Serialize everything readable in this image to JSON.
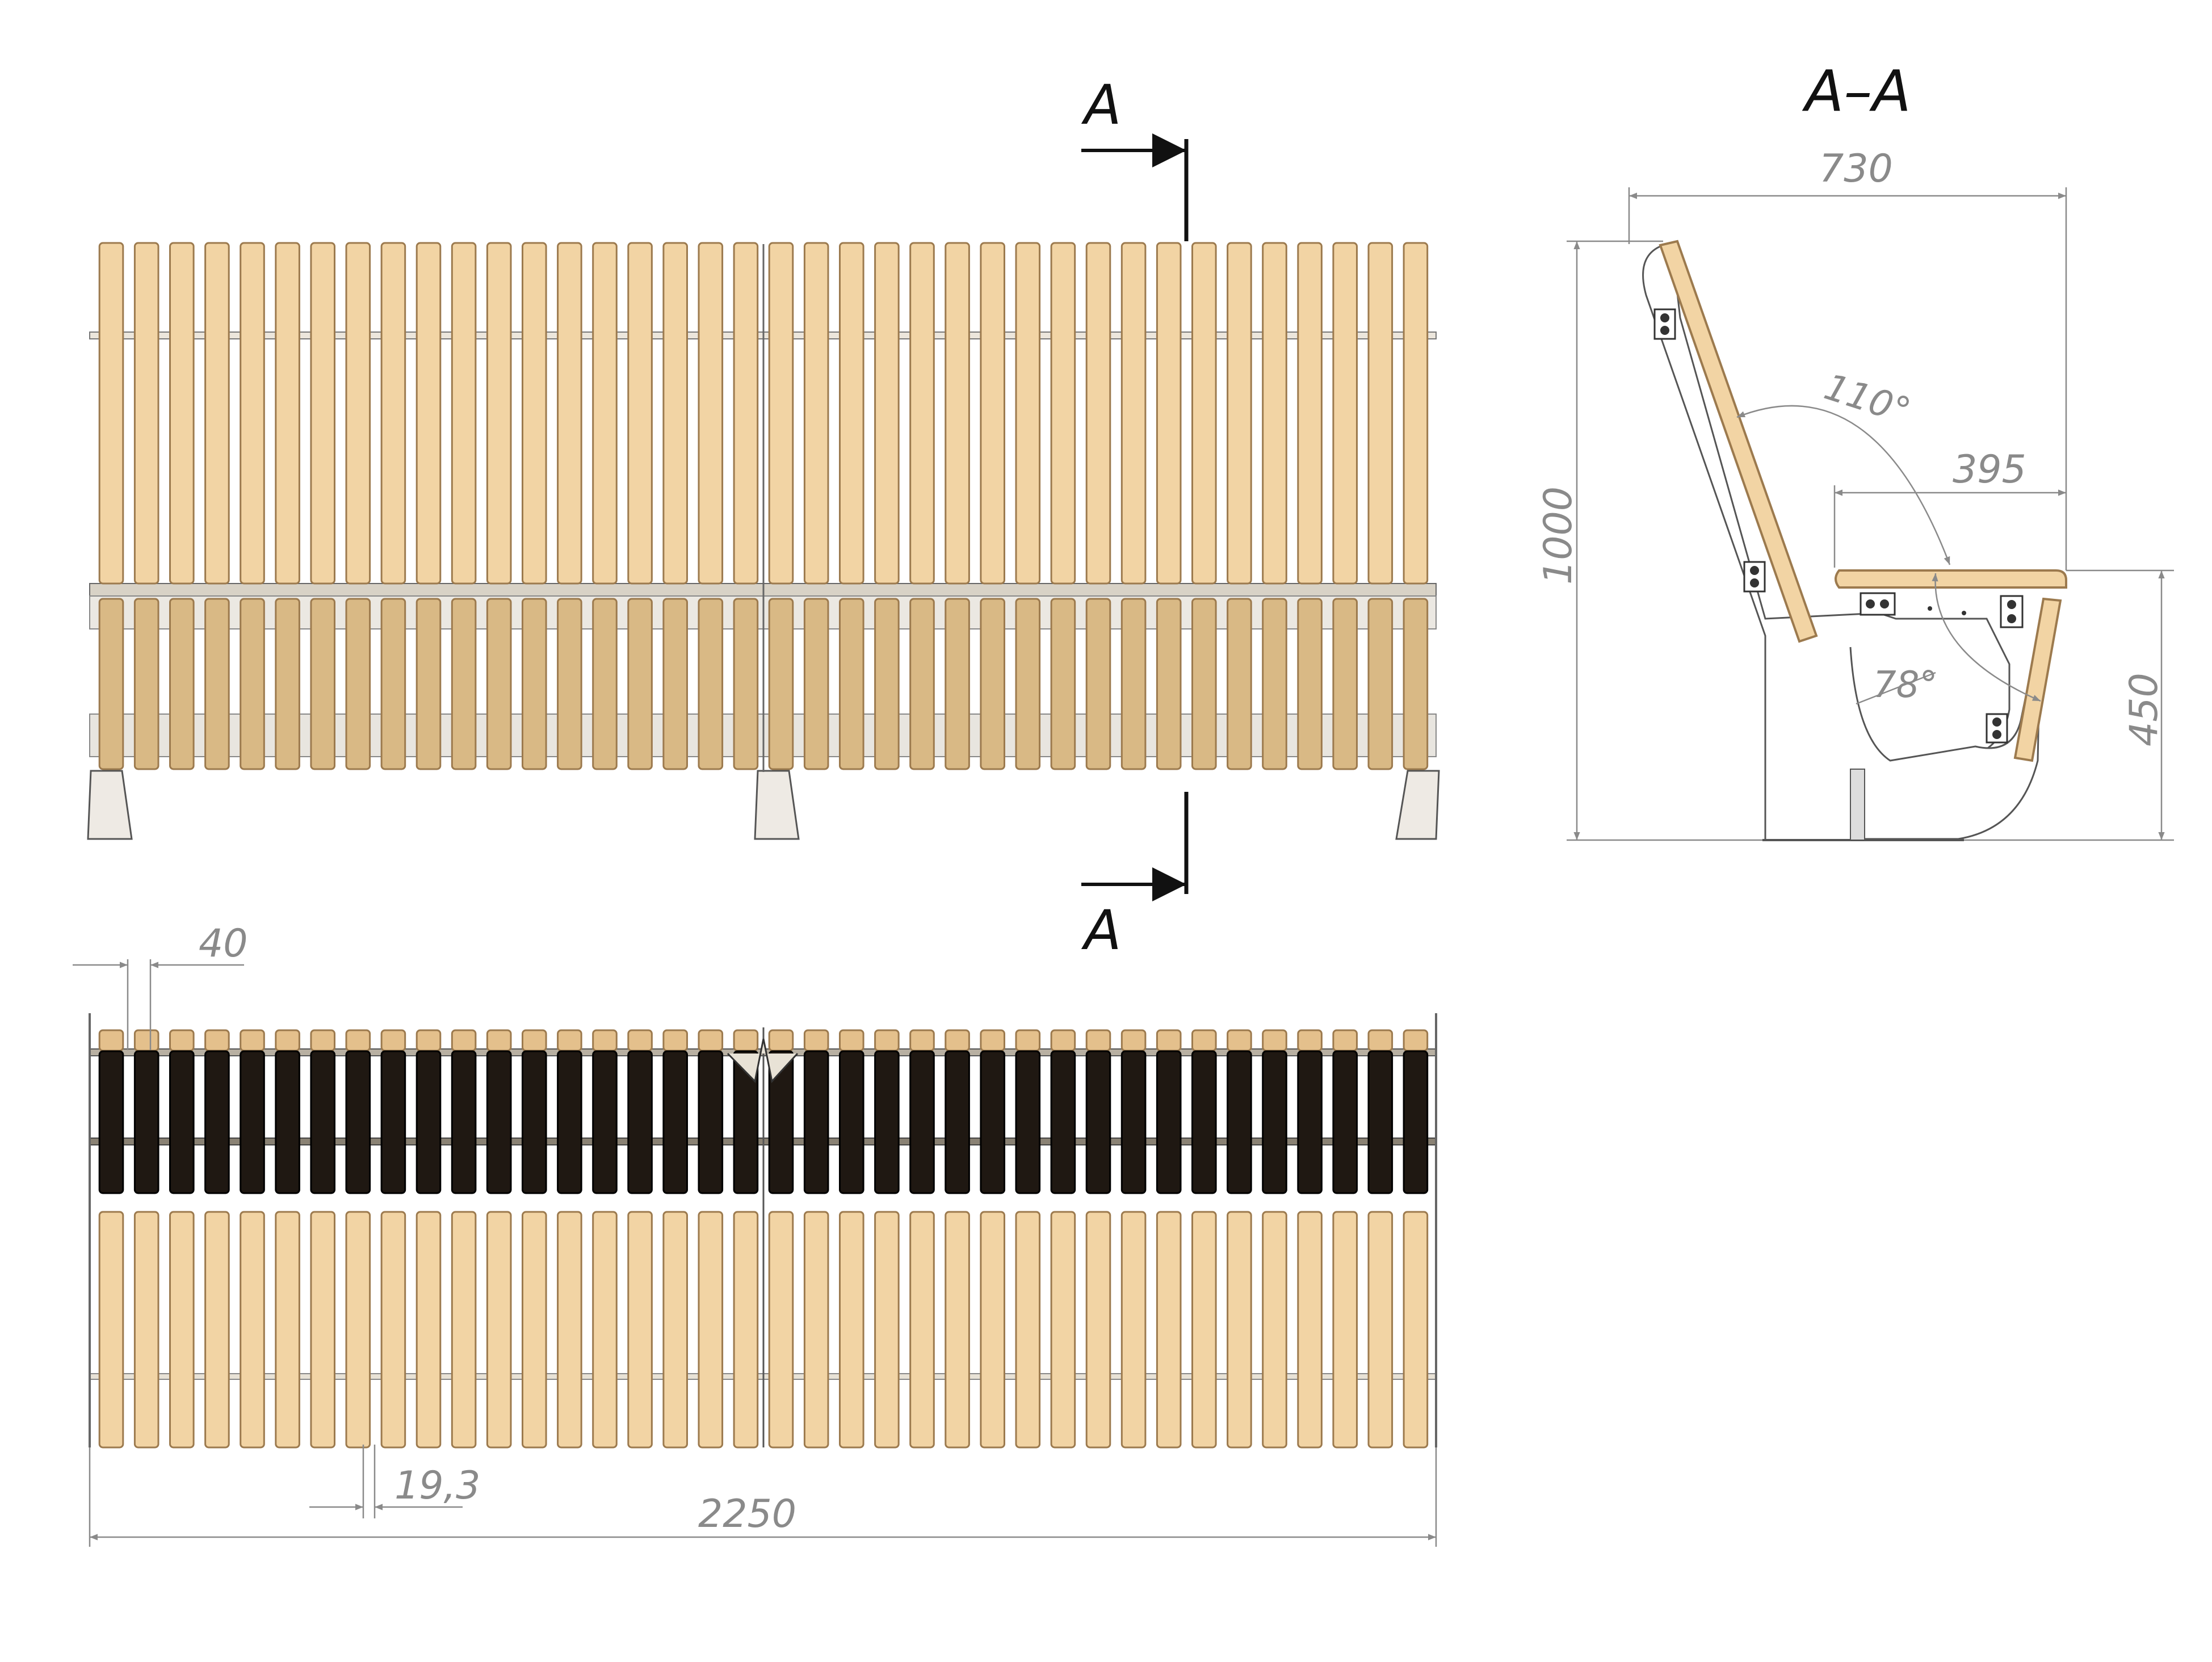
{
  "colors": {
    "wood_light": "#f2d4a4",
    "wood_mid": "#e4c08c",
    "wood_edge": "#9c7a4e",
    "wood_shaded": "#d9b985",
    "slat_dark": "#1f1812",
    "metal_outline": "#555555",
    "dimension": "#8a8a8a",
    "section_marker": "#111111"
  },
  "section": {
    "marker_top": "A",
    "marker_bottom": "A",
    "view_title": "A–A"
  },
  "front_view": {
    "slat_count": 38
  },
  "top_view": {
    "slat_count": 38
  },
  "dimensions": {
    "slat_width": "40",
    "slat_gap": "19,3",
    "total_length": "2250",
    "depth": "730",
    "seat_depth": "395",
    "total_height": "1000",
    "seat_height": "450",
    "back_angle": "110°",
    "leg_angle": "78°"
  }
}
